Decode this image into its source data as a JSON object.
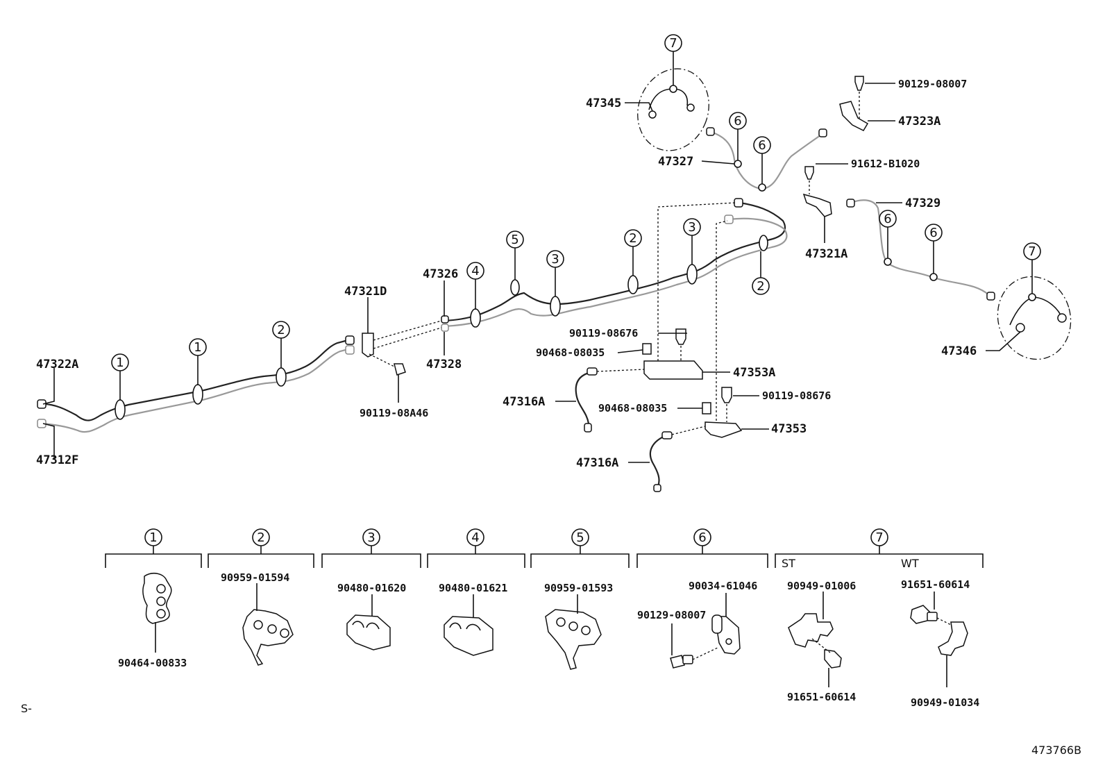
{
  "labels": {
    "p47322A": "47322A",
    "p47312F": "47312F",
    "p47321D": "47321D",
    "p90119_08A46": "90119-08A46",
    "p47326": "47326",
    "p47328": "47328",
    "p47345": "47345",
    "p47327": "47327",
    "p90129_08007_top": "90129-08007",
    "p47323A": "47323A",
    "p91612_B1020": "91612-B1020",
    "p47329": "47329",
    "p47321A": "47321A",
    "p47346": "47346",
    "p90119_08676_a": "90119-08676",
    "p90468_08035_a": "90468-08035",
    "p47353A": "47353A",
    "p47316A_a": "47316A",
    "p90468_08035_b": "90468-08035",
    "p90119_08676_b": "90119-08676",
    "p47353": "47353",
    "p47316A_b": "47316A"
  },
  "callouts": [
    "1",
    "2",
    "3",
    "4",
    "5",
    "6",
    "7"
  ],
  "legend": [
    {
      "num": "1",
      "parts": [
        "90464-00833"
      ]
    },
    {
      "num": "2",
      "parts": [
        "90959-01594"
      ]
    },
    {
      "num": "3",
      "parts": [
        "90480-01620"
      ]
    },
    {
      "num": "4",
      "parts": [
        "90480-01621"
      ]
    },
    {
      "num": "5",
      "parts": [
        "90959-01593"
      ]
    },
    {
      "num": "6",
      "parts": [
        "90034-61046",
        "90129-08007"
      ]
    },
    {
      "num": "7",
      "st": "ST",
      "wt": "WT",
      "parts": [
        "90949-01006",
        "91651-60614",
        "91651-60614",
        "90949-01034"
      ]
    }
  ],
  "footer": {
    "left_code": "S-",
    "diagram_id": "473766B"
  }
}
